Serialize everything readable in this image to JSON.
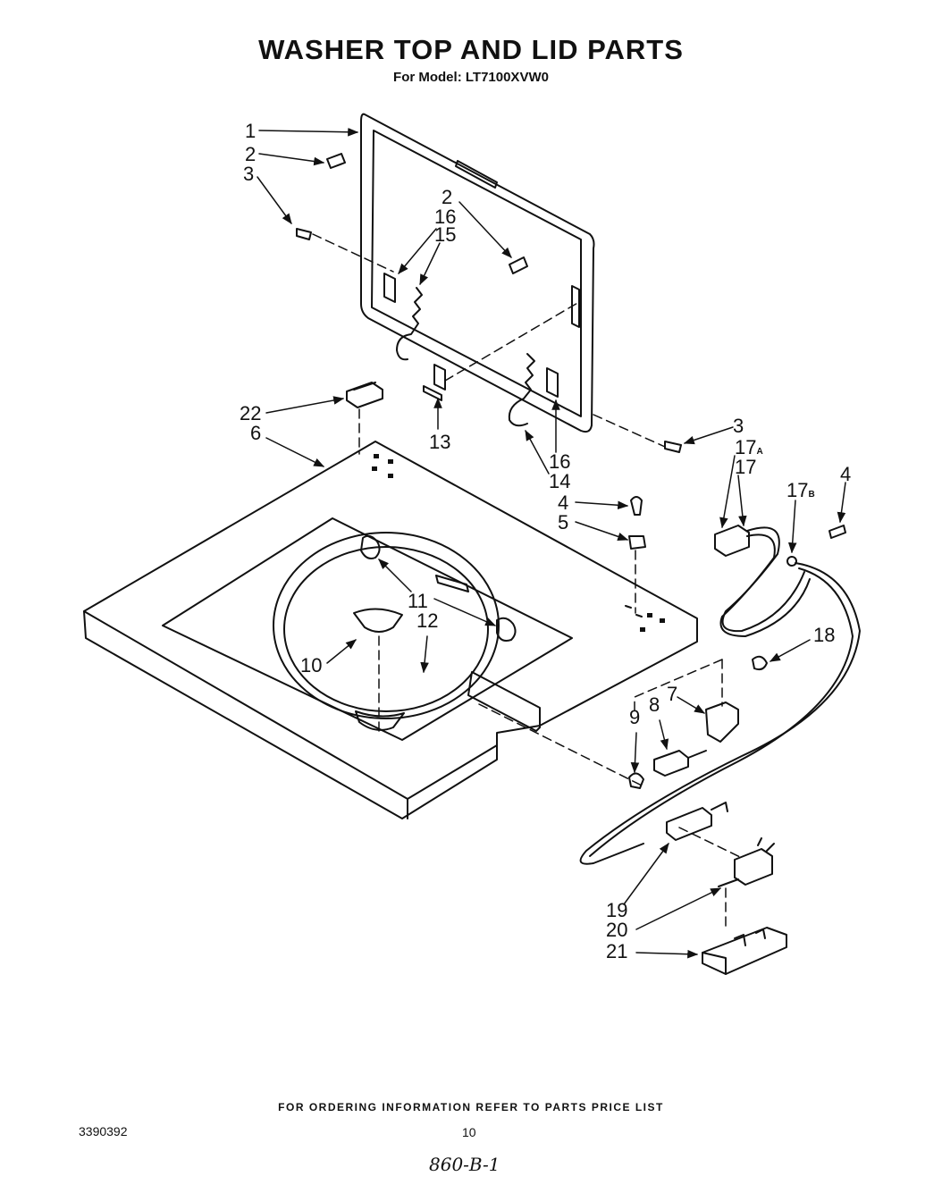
{
  "header": {
    "title": "WASHER TOP AND LID PARTS",
    "model": "For Model: LT7100XVW0"
  },
  "footer": {
    "ordering_note": "FOR ORDERING INFORMATION REFER TO PARTS PRICE LIST",
    "document_number": "3390392",
    "page_number": "10",
    "handwritten_note": "860-B-1"
  },
  "callouts": [
    {
      "id": "c1",
      "label": "1"
    },
    {
      "id": "c2a",
      "label": "2"
    },
    {
      "id": "c3a",
      "label": "3"
    },
    {
      "id": "c2b",
      "label": "2"
    },
    {
      "id": "c16a",
      "label": "16"
    },
    {
      "id": "c15",
      "label": "15"
    },
    {
      "id": "c22",
      "label": "22"
    },
    {
      "id": "c6",
      "label": "6"
    },
    {
      "id": "c13",
      "label": "13"
    },
    {
      "id": "c16b",
      "label": "16"
    },
    {
      "id": "c14",
      "label": "14"
    },
    {
      "id": "c3b",
      "label": "3"
    },
    {
      "id": "c17a",
      "label": "17",
      "sub": "A"
    },
    {
      "id": "c17",
      "label": "17"
    },
    {
      "id": "c17b",
      "label": "17",
      "sub": "B"
    },
    {
      "id": "c4a",
      "label": "4"
    },
    {
      "id": "c4b",
      "label": "4"
    },
    {
      "id": "c5",
      "label": "5"
    },
    {
      "id": "c11",
      "label": "11"
    },
    {
      "id": "c12",
      "label": "12"
    },
    {
      "id": "c10",
      "label": "10"
    },
    {
      "id": "c18",
      "label": "18"
    },
    {
      "id": "c7",
      "label": "7"
    },
    {
      "id": "c8",
      "label": "8"
    },
    {
      "id": "c9",
      "label": "9"
    },
    {
      "id": "c19",
      "label": "19"
    },
    {
      "id": "c20",
      "label": "20"
    },
    {
      "id": "c21",
      "label": "21"
    }
  ]
}
